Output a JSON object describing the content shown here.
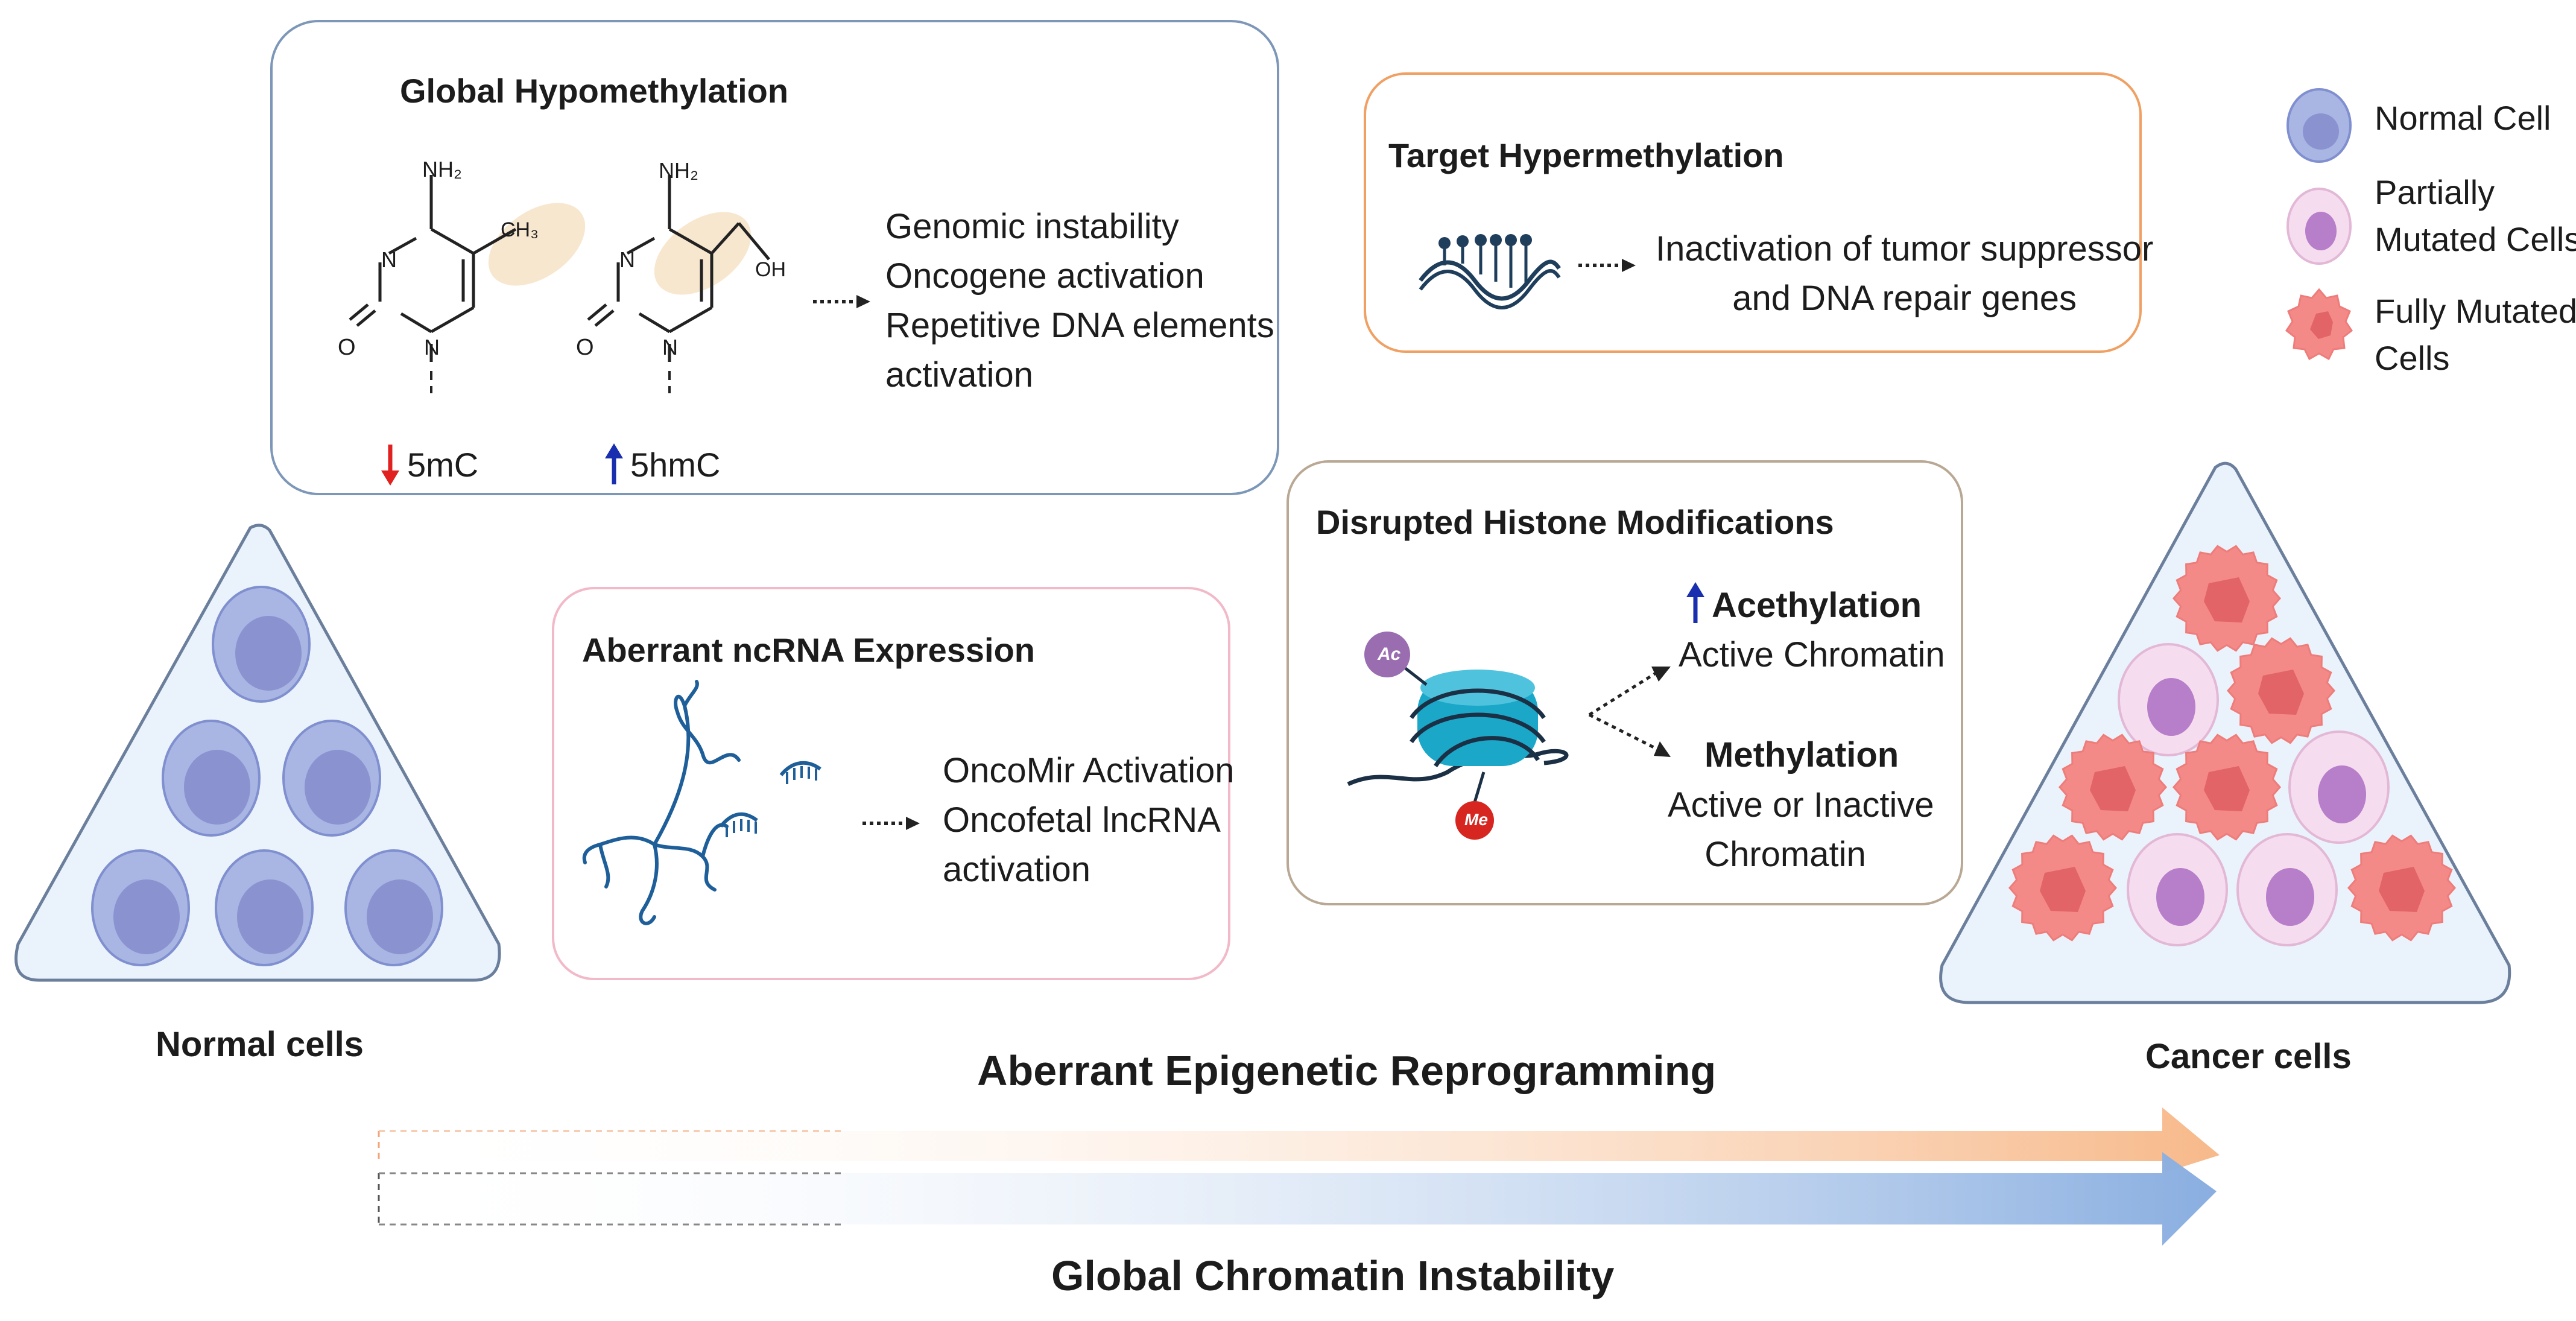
{
  "global_hypomethylation": {
    "title": "Global Hypomethylation",
    "molecule_1": {
      "amine": "NH₂",
      "methyl": "CH₃",
      "n_top": "N",
      "n_bottom": "N",
      "oxygen": "O",
      "indicator": "5mC"
    },
    "molecule_2": {
      "amine": "NH₂",
      "hydroxyl": "OH",
      "n_top": "N",
      "n_bottom": "N",
      "oxygen": "O",
      "indicator": "5hmC"
    },
    "effects": [
      "Genomic instability",
      "Oncogene activation",
      "Repetitive DNA elements",
      "activation"
    ],
    "colors": {
      "down_arrow": "#e0211f",
      "up_arrow": "#1a2fb0",
      "highlight": "#f8e7cf"
    }
  },
  "target_hypermethylation": {
    "title": "Target Hypermethylation",
    "effects": [
      "Inactivation of tumor suppressor",
      "and DNA repair genes"
    ]
  },
  "aberrant_ncrna": {
    "title": "Aberrant ncRNA Expression",
    "effects": [
      "OncoMir Activation",
      "Oncofetal lncRNA",
      "activation"
    ]
  },
  "histone": {
    "title": "Disrupted Histone Modifications",
    "ac_label": "Ac",
    "me_label": "Me",
    "acetylation": {
      "heading": "Acethylation",
      "detail": "Active Chromatin"
    },
    "methylation": {
      "heading": "Methylation",
      "detail": [
        "Active or Inactive",
        "Chromatin"
      ]
    }
  },
  "legend": [
    {
      "icon": "normal-cell-icon",
      "label": [
        "Normal Cell"
      ]
    },
    {
      "icon": "partially-mutated-cell-icon",
      "label": [
        "Partially",
        "Mutated Cells"
      ]
    },
    {
      "icon": "fully-mutated-cell-icon",
      "label": [
        "Fully Mutated",
        "Cells"
      ]
    }
  ],
  "normal_cells_label": "Normal cells",
  "cancer_cells_label": "Cancer cells",
  "reprogramming_label": "Aberrant Epigenetic Reprogramming",
  "instability_label": "Global Chromatin Instability",
  "colors": {
    "hypo_border": "#7d97b8",
    "hyper_border": "#f0a062",
    "ncrna_border": "#f2b9c8",
    "histone_border": "#b9a894",
    "normal_cell": "#a9b5e3",
    "normal_nucleus": "#8a93d0",
    "partial_cell": "#f6dcef",
    "partial_nucleus": "#b77ec9",
    "mutated_cell": "#f38a88",
    "mutated_nucleus": "#e26466",
    "arrow_orange": "#f7b98a",
    "arrow_blue": "#89aee0",
    "rna_blue": "#1e5f99",
    "histone_teal": "#1aa7c8",
    "ac_purple": "#9a6db1",
    "me_red": "#d6261f"
  }
}
